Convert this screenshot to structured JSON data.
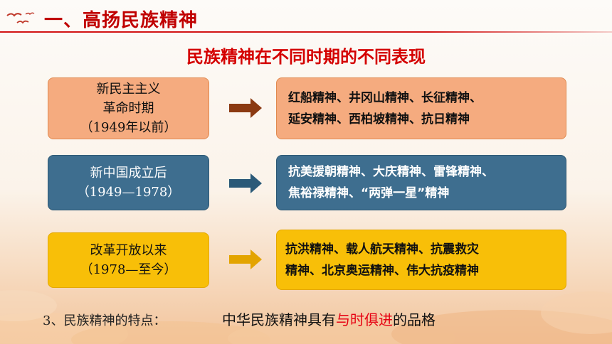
{
  "header": {
    "title": "一、高扬民族精神"
  },
  "subtitle": "民族精神在不同时期的不同表现",
  "rows": [
    {
      "period_lines": [
        "新民主主义",
        "革命时期",
        "（1949年以前）"
      ],
      "spirits_lines": [
        "红船精神、井冈山精神、长征精神、",
        "延安精神、西柏坡精神、抗日精神"
      ],
      "color": "#f5ab7f"
    },
    {
      "period_lines": [
        "新中国成立后",
        "（1949—1978）"
      ],
      "spirits_lines": [
        "抗美援朝精神、大庆精神、雷锋精神、",
        "焦裕禄精神、“两弹一星”精神"
      ],
      "color": "#3e6e8f"
    },
    {
      "period_lines": [
        "改革开放以来",
        "（1978—至今）"
      ],
      "spirits_lines": [
        "抗洪精神、载人航天精神、抗震救灾",
        "精神、北京奥运精神、伟大抗疫精神"
      ],
      "color": "#f8bf08"
    }
  ],
  "footer": {
    "label": "3、民族精神的特点：",
    "statement_prefix": "中华民族精神具有",
    "statement_highlight": "与时俱进",
    "statement_suffix": "的品格"
  }
}
